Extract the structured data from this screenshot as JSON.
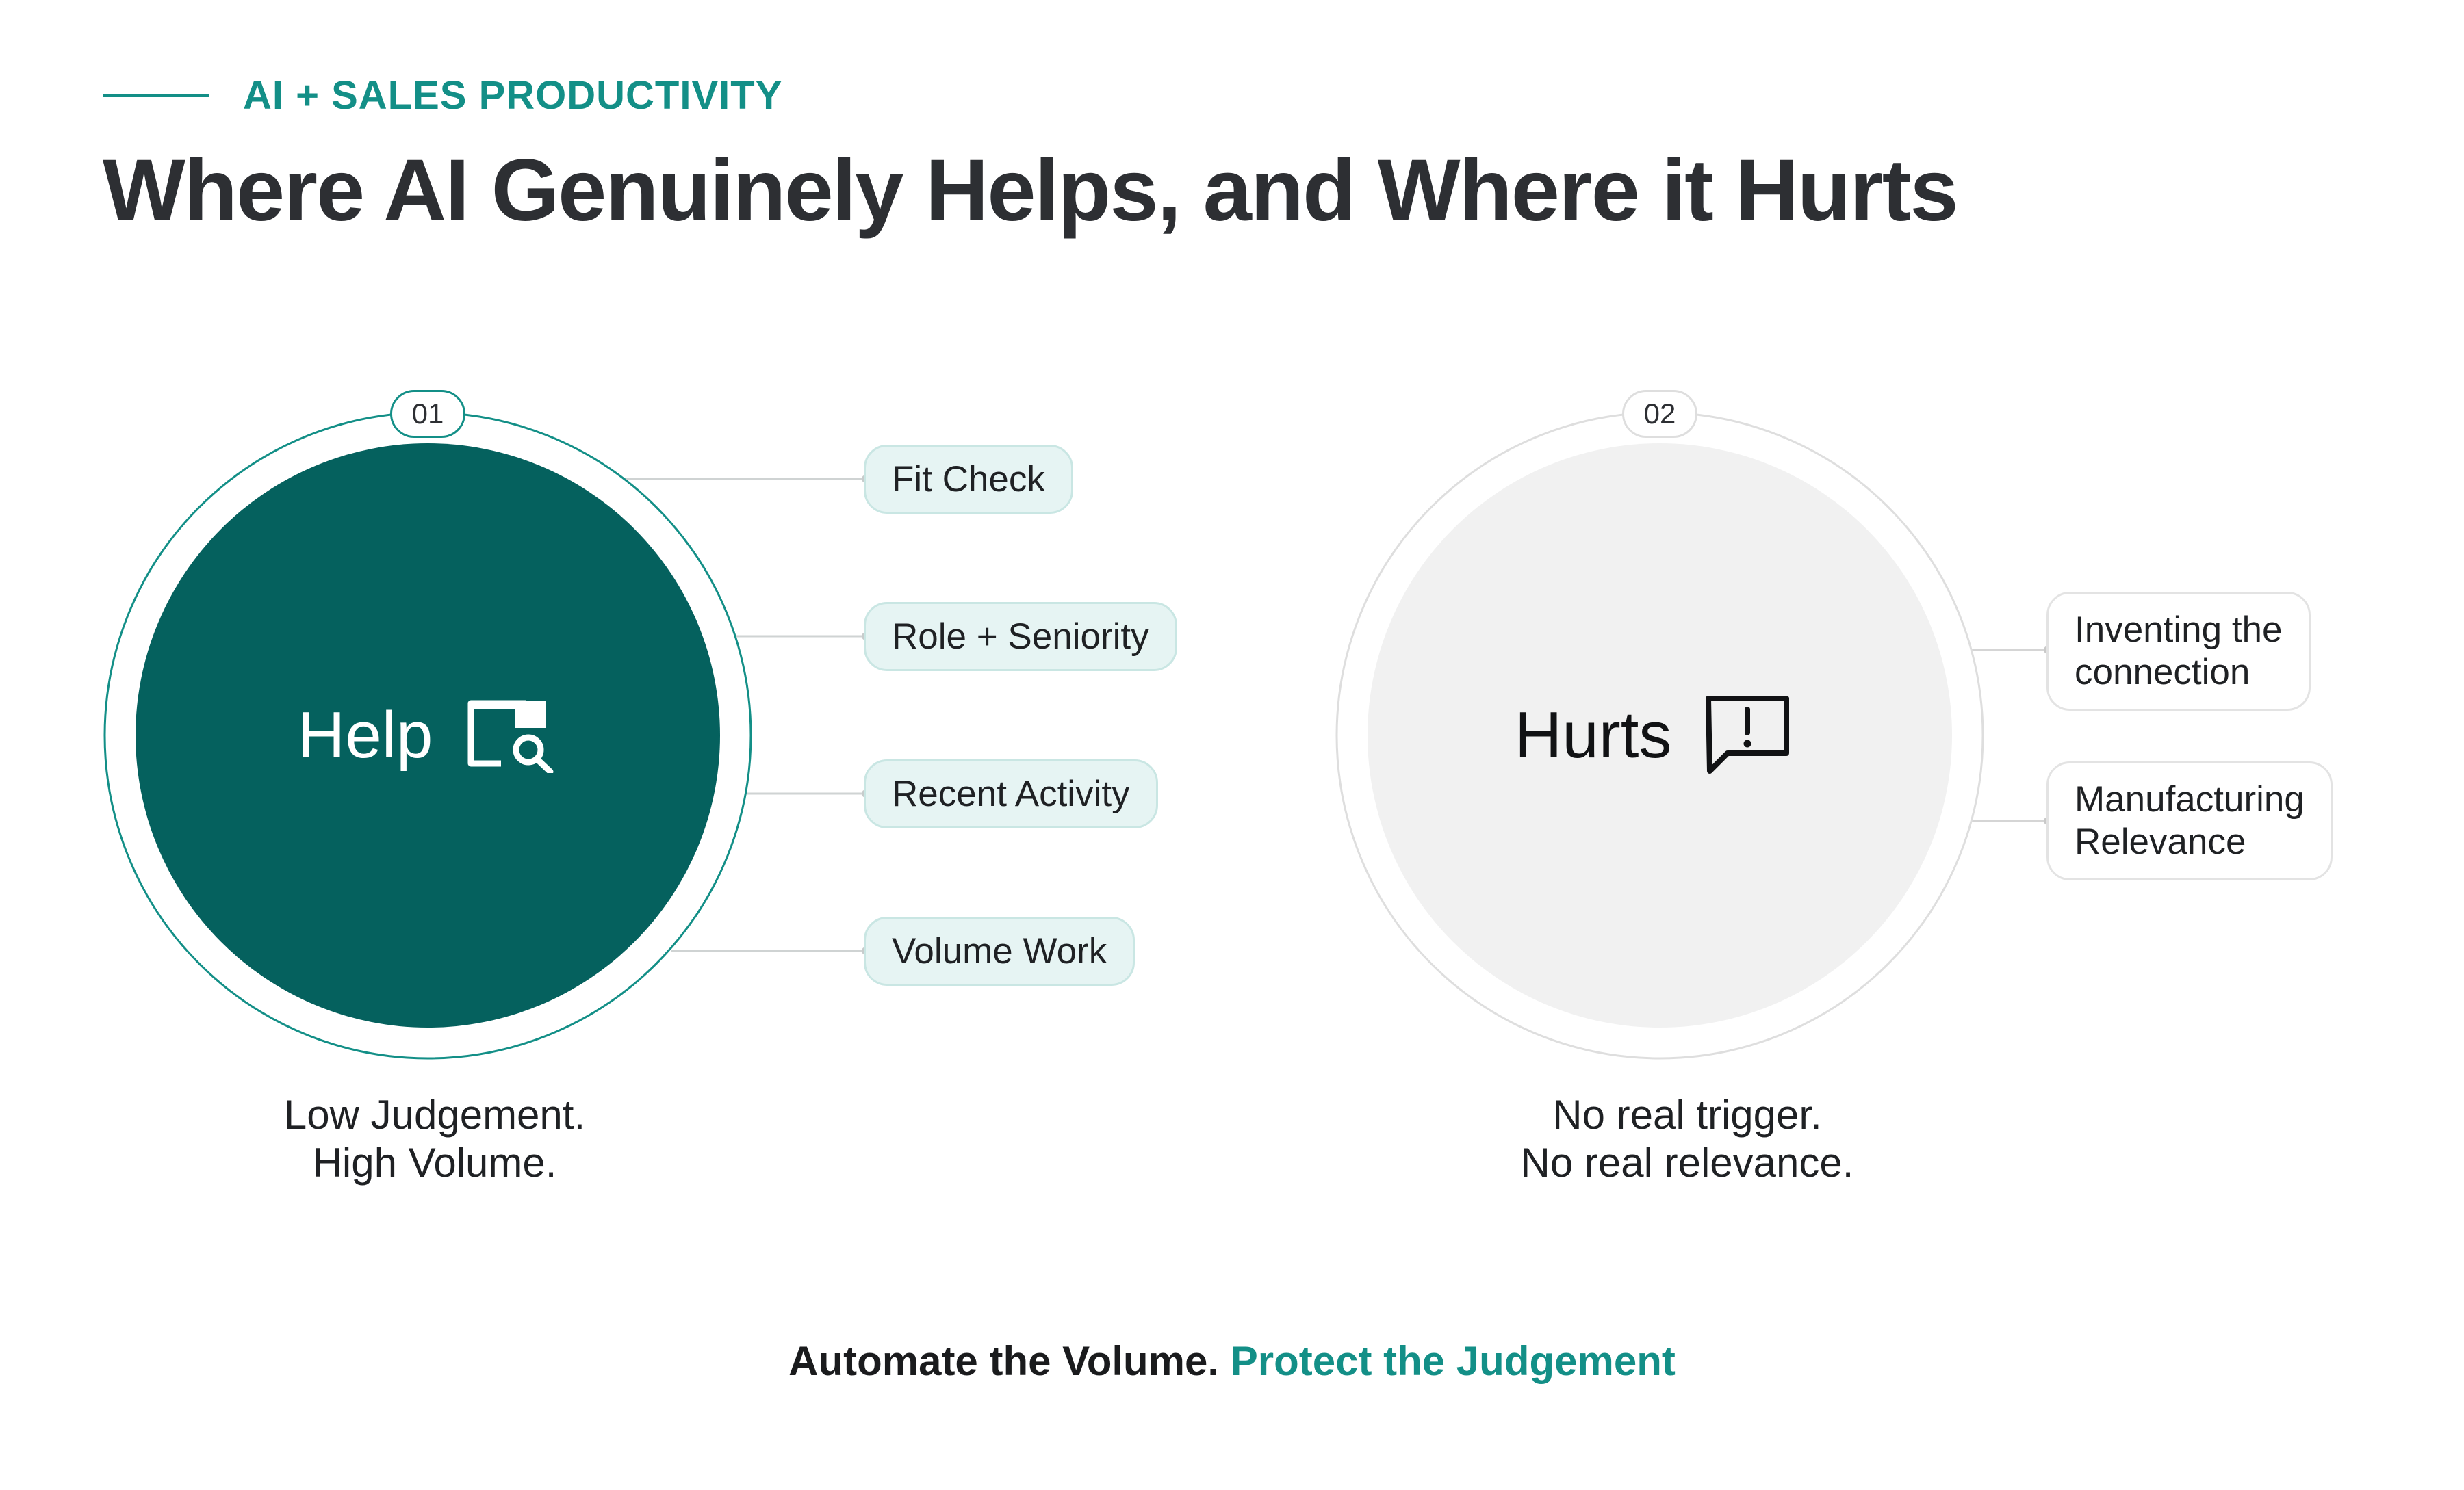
{
  "header": {
    "eyebrow": "AI + SALES PRODUCTIVITY",
    "title": "Where AI Genuinely Helps, and Where it Hurts"
  },
  "colors": {
    "accent": "#138f87",
    "help_fill": "#05615e",
    "hurt_fill": "#f1f1f1",
    "text_dark": "#2d2f33"
  },
  "help": {
    "number": "01",
    "label": "Help",
    "icon": "window-search-icon",
    "items": [
      "Fit Check",
      "Role + Seniority",
      "Recent Activity",
      "Volume Work"
    ],
    "caption": [
      "Low Judgement.",
      "High Volume."
    ]
  },
  "hurts": {
    "number": "02",
    "label": "Hurts",
    "icon": "chat-alert-icon",
    "items": [
      [
        "Inventing the",
        "connection"
      ],
      [
        "Manufacturing",
        "Relevance"
      ]
    ],
    "caption": [
      "No real trigger.",
      "No real relevance."
    ]
  },
  "footer": {
    "part1": "Automate the Volume.",
    "part2": "Protect the Judgement"
  }
}
